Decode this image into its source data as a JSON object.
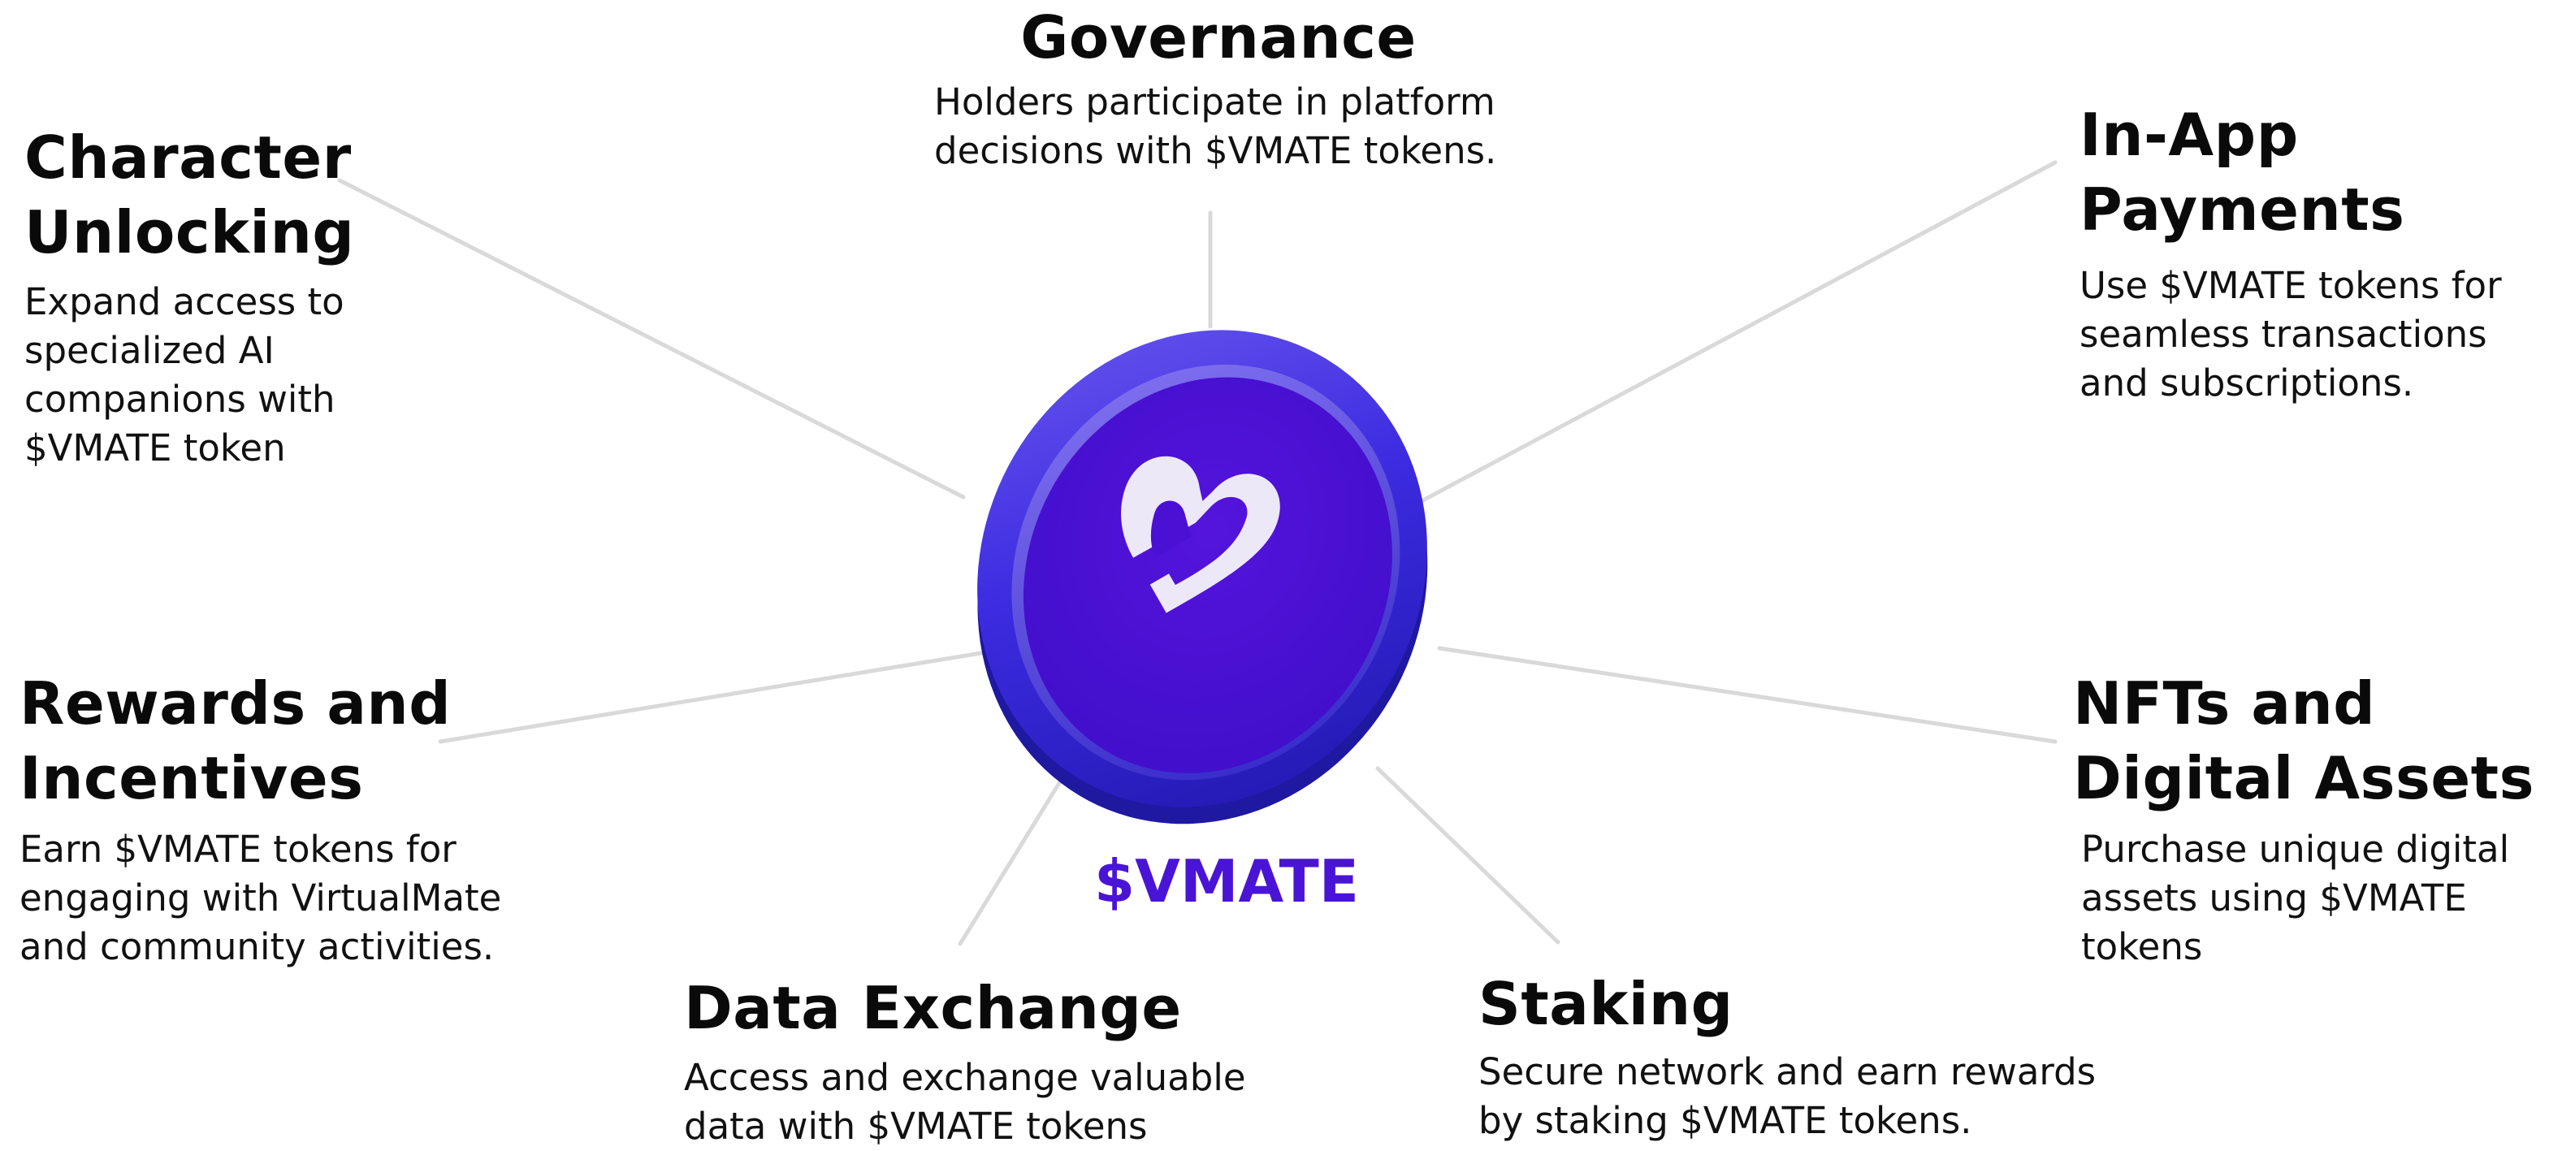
{
  "token": {
    "symbol": "$VMATE",
    "colors": {
      "coin_face": "#4a10d4",
      "coin_rim": "#3a2bd8",
      "heart": "#ece8f8",
      "label": "#4a14d6",
      "connector": "#d9d9d9"
    },
    "icon": "heart-logo-icon"
  },
  "features": {
    "governance": {
      "title": "Governance",
      "description": "Holders participate in platform\ndecisions with $VMATE tokens."
    },
    "character_unlocking": {
      "title": "Character\nUnlocking",
      "description": "Expand access to\nspecialized AI\ncompanions with\n$VMATE token"
    },
    "in_app_payments": {
      "title": "In-App\nPayments",
      "description": "Use $VMATE tokens for\nseamless transactions\nand subscriptions."
    },
    "rewards_and_incentives": {
      "title": "Rewards and\nIncentives",
      "description": "Earn $VMATE tokens for\nengaging with VirtualMate\nand community activities."
    },
    "nfts_and_digital_assets": {
      "title": "NFTs and\nDigital Assets",
      "description": "Purchase unique digital\nassets using $VMATE\ntokens"
    },
    "data_exchange": {
      "title": "Data Exchange",
      "description": "Access and exchange valuable\ndata with $VMATE tokens"
    },
    "staking": {
      "title": "Staking",
      "description": "Secure network and earn rewards\nby staking $VMATE tokens."
    }
  }
}
